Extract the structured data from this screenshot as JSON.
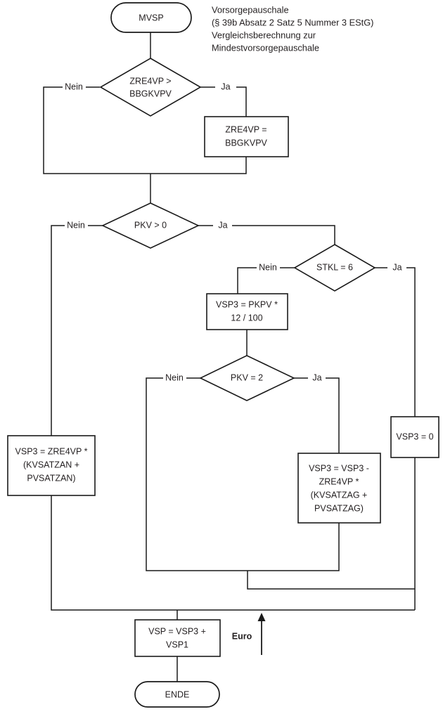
{
  "diagram": {
    "title_block": {
      "lines": [
        "Vorsorgepauschale",
        "(§ 39b Absatz 2 Satz 5 Nummer 3 EStG)",
        "Vergleichsberechnung zur",
        "Mindestvorsorgepauschale"
      ]
    },
    "colors": {
      "stroke": "#1a1a1a",
      "text": "#231f20",
      "background": "#ffffff"
    },
    "nodes": {
      "start": {
        "type": "terminator",
        "label": "MVSP"
      },
      "d_zre4vp": {
        "type": "decision",
        "lines": [
          "ZRE4VP >",
          "BBGKVPV"
        ]
      },
      "p_zre4vp_set": {
        "type": "process",
        "lines": [
          "ZRE4VP =",
          "BBGKVPV"
        ]
      },
      "d_pkv": {
        "type": "decision",
        "lines": [
          "PKV > 0"
        ]
      },
      "d_stkl": {
        "type": "decision",
        "lines": [
          "STKL = 6"
        ]
      },
      "p_vsp3_pkpv": {
        "type": "process",
        "lines": [
          "VSP3 = PKPV *",
          "12 / 100"
        ]
      },
      "d_pkv2": {
        "type": "decision",
        "lines": [
          "PKV = 2"
        ]
      },
      "p_vsp3_zero": {
        "type": "process",
        "lines": [
          "VSP3 = 0"
        ]
      },
      "p_vsp3_zre4vp": {
        "type": "process",
        "lines": [
          "VSP3 = ZRE4VP *",
          "(KVSATZAN +",
          "PVSATZAN)"
        ]
      },
      "p_vsp3_minus": {
        "type": "process",
        "lines": [
          "VSP3 = VSP3 -",
          "ZRE4VP *",
          "(KVSATZAG +",
          "PVSATZAG)"
        ]
      },
      "p_vsp_sum": {
        "type": "process",
        "lines": [
          "VSP = VSP3 +",
          "VSP1"
        ]
      },
      "end": {
        "type": "terminator",
        "label": "ENDE"
      }
    },
    "edge_labels": {
      "zre4vp_nein": "Nein",
      "zre4vp_ja": "Ja",
      "pkv_nein": "Nein",
      "pkv_ja": "Ja",
      "stkl_nein": "Nein",
      "stkl_ja": "Ja",
      "pkv2_nein": "Nein",
      "pkv2_ja": "Ja"
    },
    "annotations": {
      "euro": "Euro"
    }
  }
}
